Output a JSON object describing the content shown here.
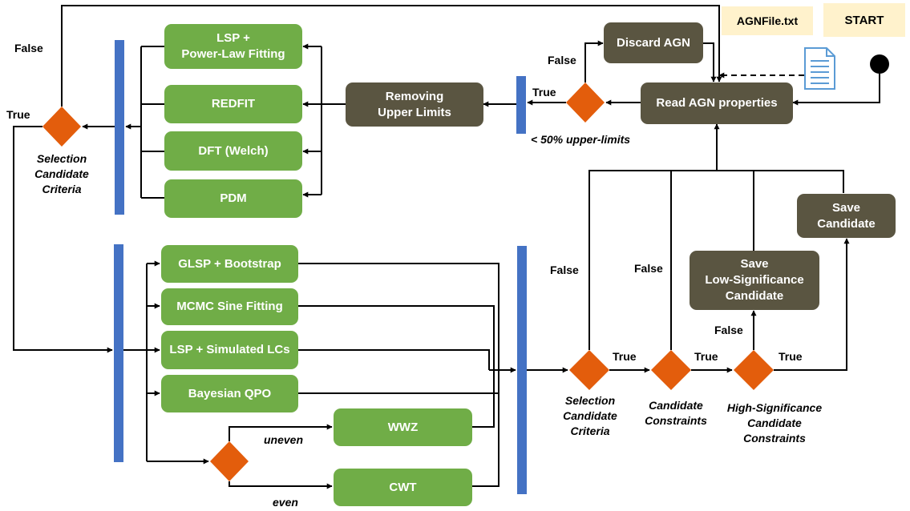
{
  "start_label": "START",
  "input_file": "AGNFile.txt",
  "nodes": {
    "read_agn": "Read AGN properties",
    "discard_agn": "Discard AGN",
    "remove_ul": "Removing\nUpper Limits",
    "lsp_powerlaw": "LSP +\nPower-Law Fitting",
    "redfit": "REDFIT",
    "dft": "DFT (Welch)",
    "pdm": "PDM",
    "glsp": "GLSP + Bootstrap",
    "mcmc": "MCMC Sine Fitting",
    "lsp_sim": "LSP + Simulated LCs",
    "bayes": "Bayesian QPO",
    "wwz": "WWZ",
    "cwt": "CWT",
    "save_candidate": "Save\nCandidate",
    "save_low": "Save\nLow-Significance\nCandidate"
  },
  "decisions": {
    "upper_limits": "< 50% upper-limits",
    "selection_1": "Selection\nCandidate\nCriteria",
    "selection_2": "Selection\nCandidate\nCriteria",
    "constraints": "Candidate\nConstraints",
    "high_sig": "High-Significance\nCandidate\nConstraints"
  },
  "edge_labels": {
    "true": "True",
    "false": "False",
    "uneven": "uneven",
    "even": "even"
  },
  "colors": {
    "green_box": "#70ad47",
    "dark_box": "#5a5541",
    "diamond": "#e35d0c",
    "bar": "#4472c4",
    "note": "#fff2cc",
    "document": "#5b9bd5"
  },
  "icons": {
    "start_marker": "filled-circle",
    "input_file": "document-icon"
  }
}
